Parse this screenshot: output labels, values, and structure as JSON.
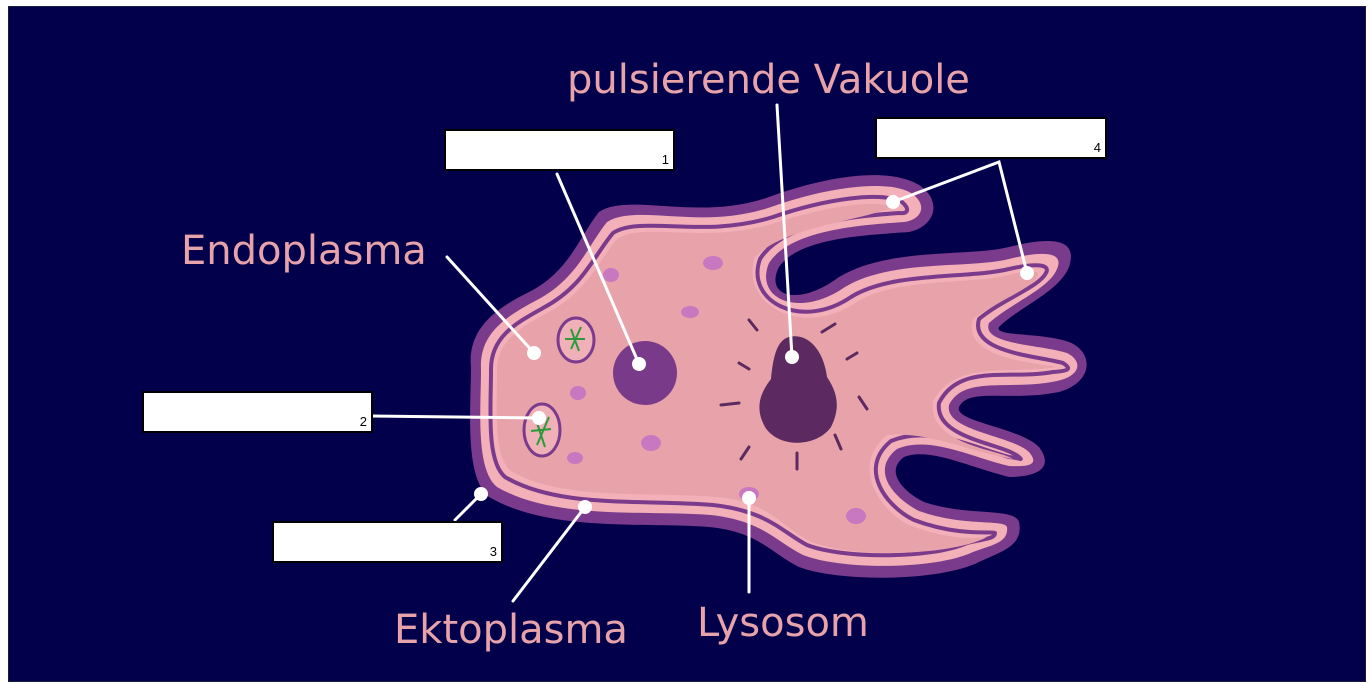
{
  "labels": {
    "vacuole": "pulsierende Vakuole",
    "endoplasm": "Endoplasma",
    "ectoplasm": "Ektoplasma",
    "lysosome": "Lysosom"
  },
  "blanks": [
    {
      "number": "1",
      "value": ""
    },
    {
      "number": "2",
      "value": ""
    },
    {
      "number": "3",
      "value": ""
    },
    {
      "number": "4",
      "value": ""
    }
  ],
  "colors": {
    "background": "#02004a",
    "outer_membrane": "#7b3b8c",
    "cell_outer": "#f1a7b0",
    "cell_inner": "#e8a3aa",
    "nucleus": "#7a3a8a",
    "vacuole": "#5c2a60",
    "leader": "#ffffff",
    "label_text": "#e8a3aa"
  }
}
